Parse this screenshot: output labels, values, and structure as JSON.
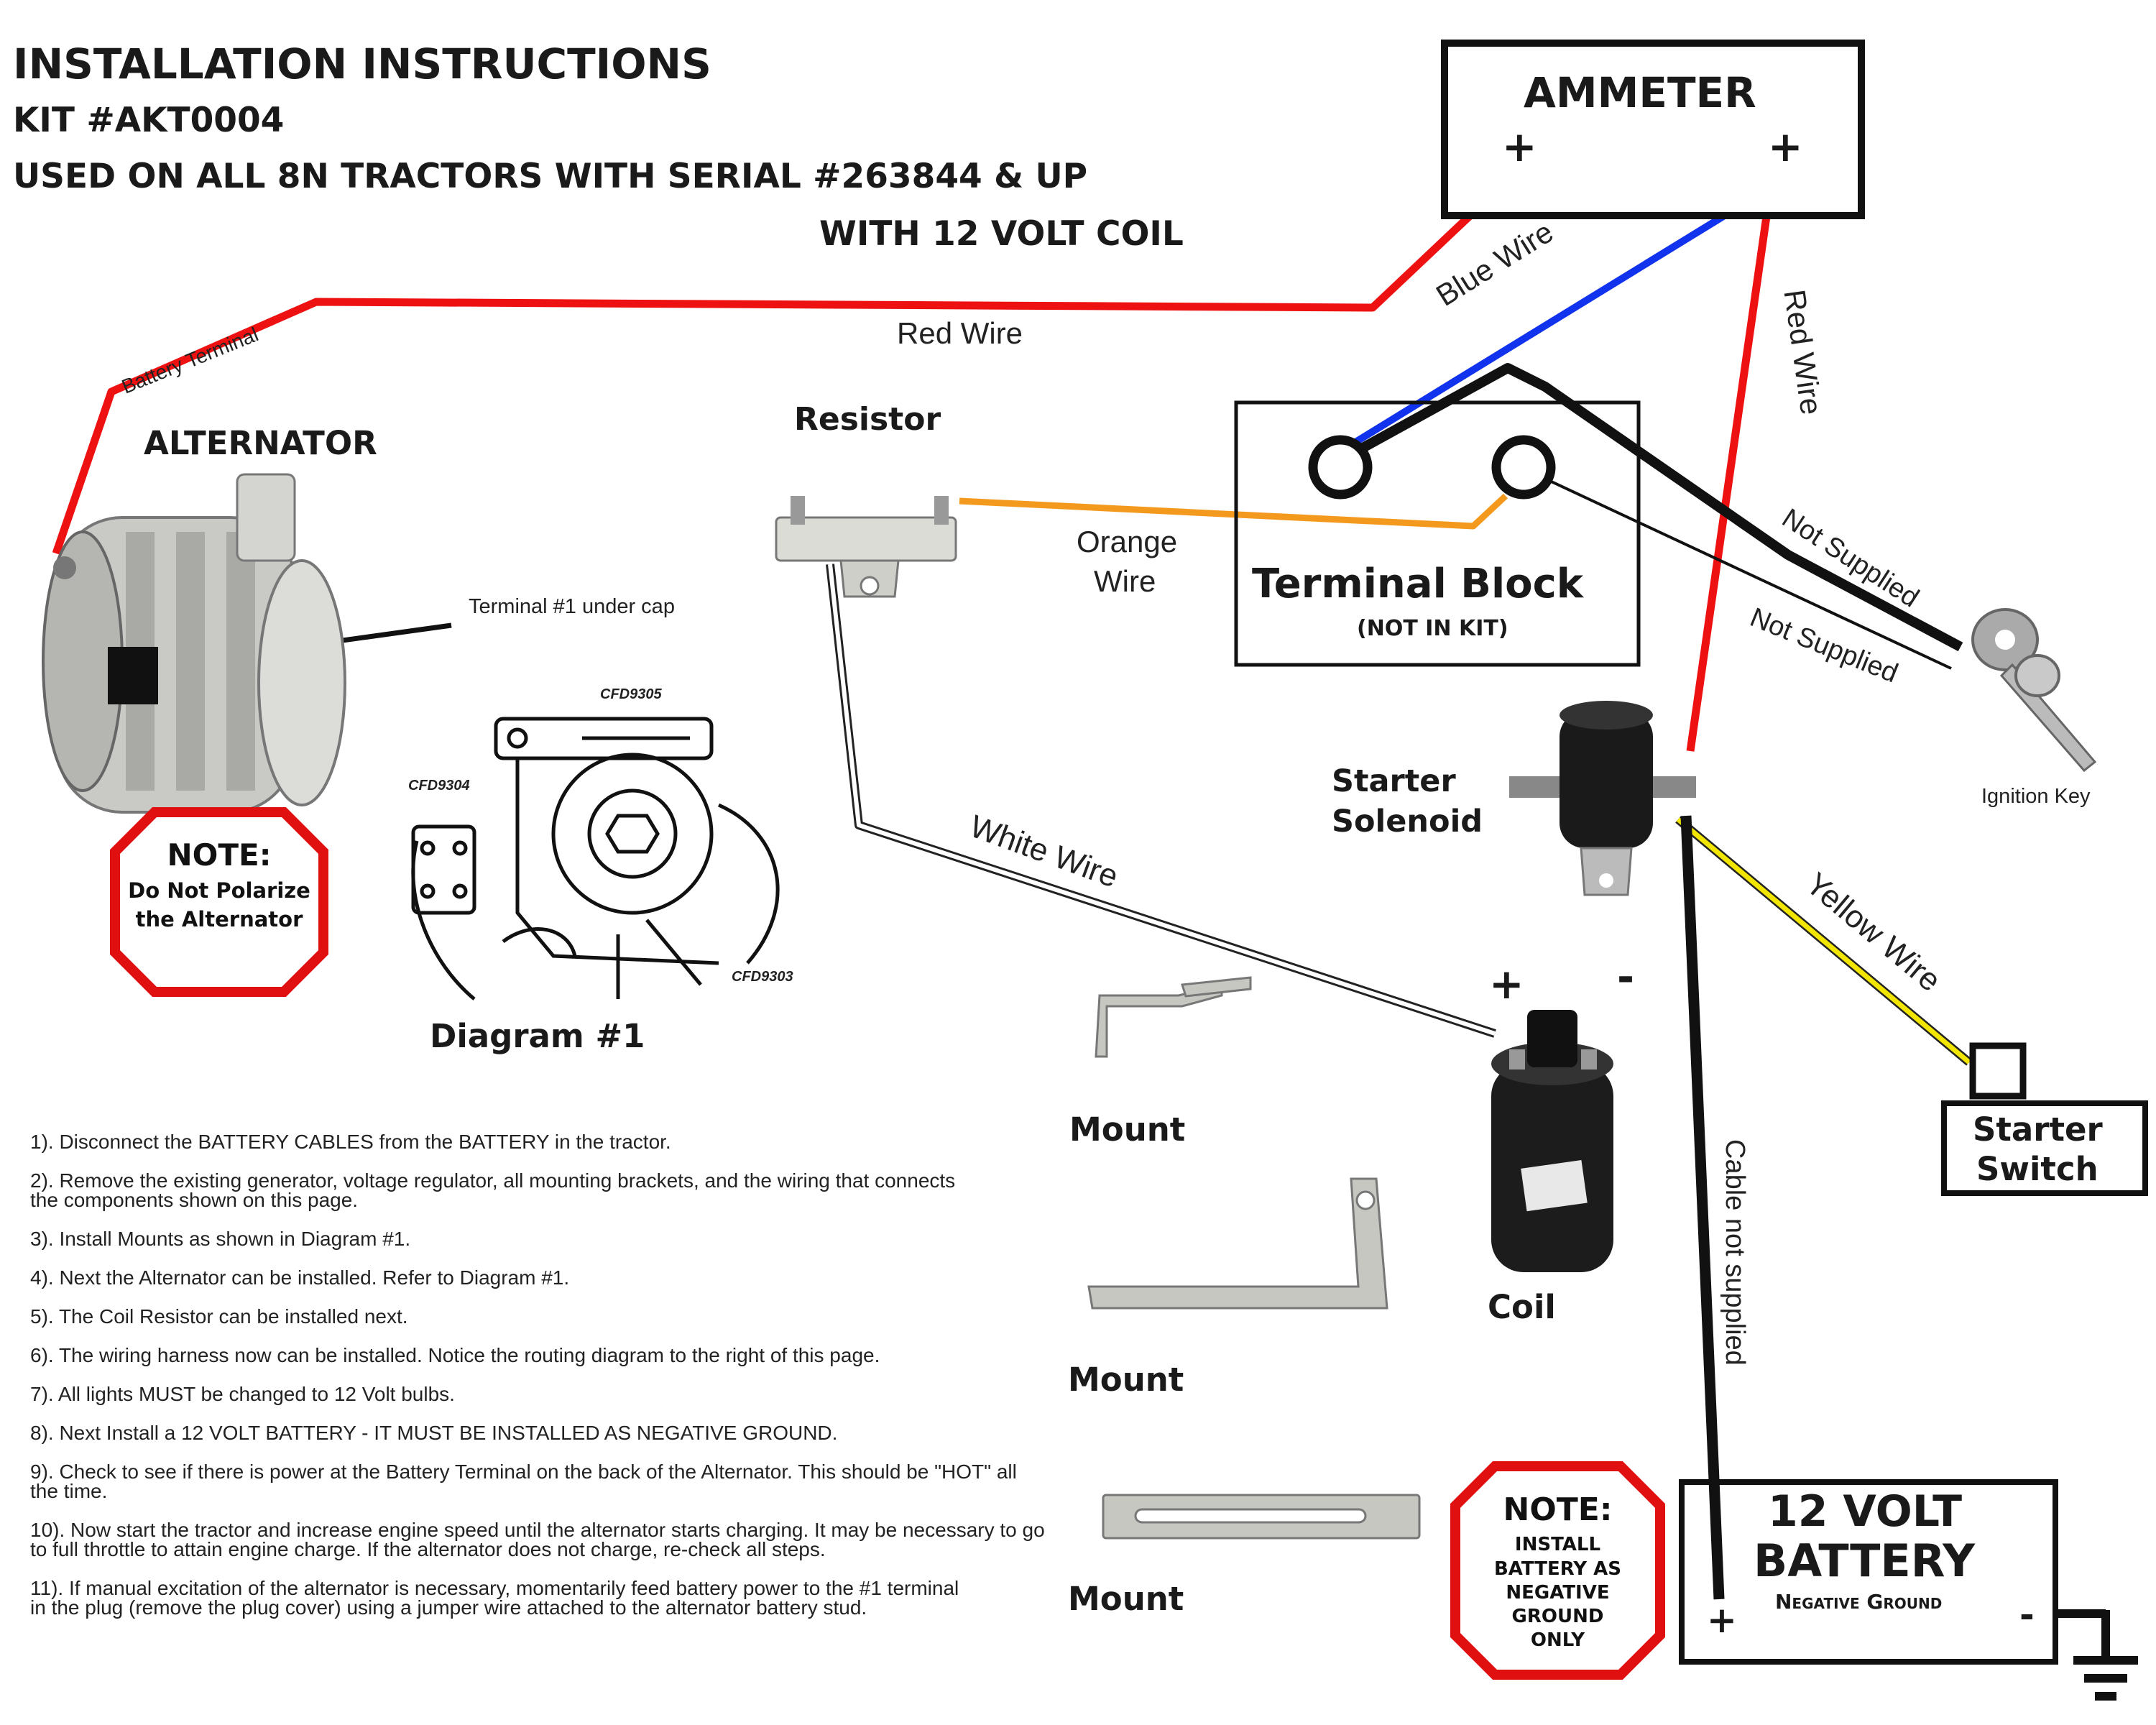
{
  "header": {
    "title": "INSTALLATION INSTRUCTIONS",
    "kit": "KIT #AKT0004",
    "usage": "USED ON ALL 8N TRACTORS WITH SERIAL #263844 & UP",
    "coil_note": "WITH 12 VOLT COIL"
  },
  "ammeter": {
    "label": "AMMETER",
    "plus_left": "+",
    "plus_right": "+"
  },
  "wires": {
    "red_top": "Red Wire",
    "blue": "Blue Wire",
    "red_right": "Red Wire",
    "orange_line1": "Orange",
    "orange_line2": "Wire",
    "white": "White Wire",
    "yellow": "Yellow Wire",
    "not_supplied_1": "Not Supplied",
    "not_supplied_2": "Not Supplied",
    "cable_not_supplied": "Cable not supplied",
    "battery_terminal": "Battery Terminal",
    "terminal_1": "Terminal #1 under cap"
  },
  "components": {
    "alternator": "ALTERNATOR",
    "resistor": "Resistor",
    "terminal_block": "Terminal Block",
    "terminal_block_note": "(NOT IN KIT)",
    "starter_solenoid_line1": "Starter",
    "starter_solenoid_line2": "Solenoid",
    "ignition_key": "Ignition Key",
    "starter_switch_line1": "Starter",
    "starter_switch_line2": "Switch",
    "coil": "Coil",
    "coil_plus": "+",
    "coil_minus": "-",
    "diagram": "Diagram #1",
    "mount_1": "Mount",
    "mount_2": "Mount",
    "mount_3": "Mount"
  },
  "diagram_parts": {
    "part_a": "CFD9305",
    "part_b": "CFD9304",
    "part_c": "CFD9303"
  },
  "battery": {
    "line1": "12 VOLT",
    "line2": "BATTERY",
    "sub": "Negative Ground",
    "plus": "+",
    "minus": "-"
  },
  "note_alternator": {
    "title": "NOTE:",
    "line1": "Do Not Polarize",
    "line2": "the Alternator"
  },
  "note_battery": {
    "title": "NOTE:",
    "line1": "INSTALL",
    "line2": "BATTERY AS",
    "line3": "NEGATIVE",
    "line4": "GROUND",
    "line5": "ONLY"
  },
  "steps": [
    "1). Disconnect the BATTERY CABLES from the BATTERY in the tractor.",
    "2). Remove the existing generator, voltage regulator, all mounting brackets, and the wiring that connects the components shown on this page.",
    "3). Install Mounts as shown in Diagram #1.",
    "4). Next the Alternator can be installed. Refer to Diagram #1.",
    "5). The Coil Resistor can be installed next.",
    "6). The wiring harness now can be installed. Notice the routing diagram to the right of this page.",
    "7). All lights MUST be changed to 12 Volt bulbs.",
    "8). Next Install a 12 VOLT BATTERY - IT MUST BE INSTALLED AS NEGATIVE GROUND.",
    "9). Check to see if there is power at the Battery Terminal on the back of the Alternator. This should be \"HOT\" all the time.",
    "10). Now start the tractor and increase engine speed until the alternator starts charging. It may be necessary to go to full throttle to attain engine charge. If the alternator does not charge, re-check all steps.",
    "11). If manual excitation of the alternator is necessary, momentarily feed battery power to the #1 terminal in the plug (remove the plug cover) using a jumper wire attached to the alternator battery stud."
  ],
  "colors": {
    "red_wire": "#ee1111",
    "blue_wire": "#1133ee",
    "orange_wire": "#f39a1e",
    "yellow_wire": "#f2e600",
    "note_border": "#e01010"
  }
}
